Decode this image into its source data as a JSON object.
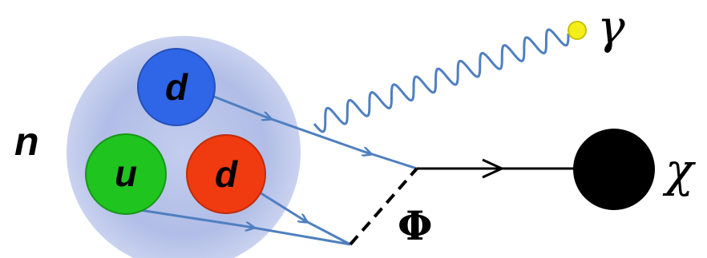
{
  "labels": {
    "neutron": "n",
    "quark_top": "d",
    "quark_left": "u",
    "quark_right": "d",
    "photon": "γ",
    "dark_particle": "χ",
    "scalar": "Φ"
  },
  "colors": {
    "nucleon_cloud": "#aab6e2",
    "quark_d_top": "#2f66e8",
    "quark_u": "#1fc41f",
    "quark_d_right": "#f03a0f",
    "quark_lines": "#4f7fc0",
    "photon_dot": "#f4ee1a",
    "dark_particle": "#000000",
    "propagator": "#000000"
  }
}
